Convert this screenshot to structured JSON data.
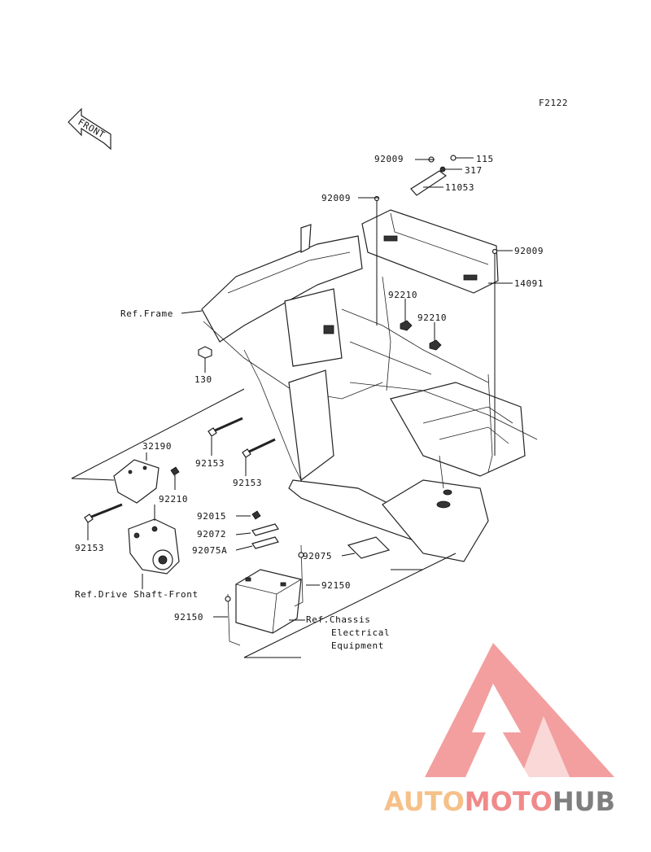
{
  "figure_code": "F2122",
  "front_marker": "FRONT",
  "labels": {
    "n92009_top": "92009",
    "n115": "115",
    "n317": "317",
    "n92009_mid": "92009",
    "n11053": "11053",
    "n92009_right": "92009",
    "n14091": "14091",
    "ref_frame": "Ref.Frame",
    "n92210_a": "92210",
    "n92210_b": "92210",
    "n130": "130",
    "n32190": "32190",
    "n92153_a": "92153",
    "n92153_b": "92153",
    "n92210_c": "92210",
    "n92153_c": "92153",
    "n92015": "92015",
    "n92072": "92072",
    "n92075A": "92075A",
    "n92075": "92075",
    "n92150_a": "92150",
    "n92150_b": "92150",
    "ref_drive_shaft": "Ref.Drive Shaft-Front",
    "ref_chassis_1": "Ref.Chassis",
    "ref_chassis_2": "Electrical",
    "ref_chassis_3": "Equipment"
  },
  "watermark": {
    "part1": "AUTO",
    "part2": "MOTO",
    "part3": "HUB",
    "color_auto": "#f5c189",
    "color_moto": "#f08a8a",
    "color_hub": "#7f7f7f",
    "color_logo": "#ef8080"
  }
}
